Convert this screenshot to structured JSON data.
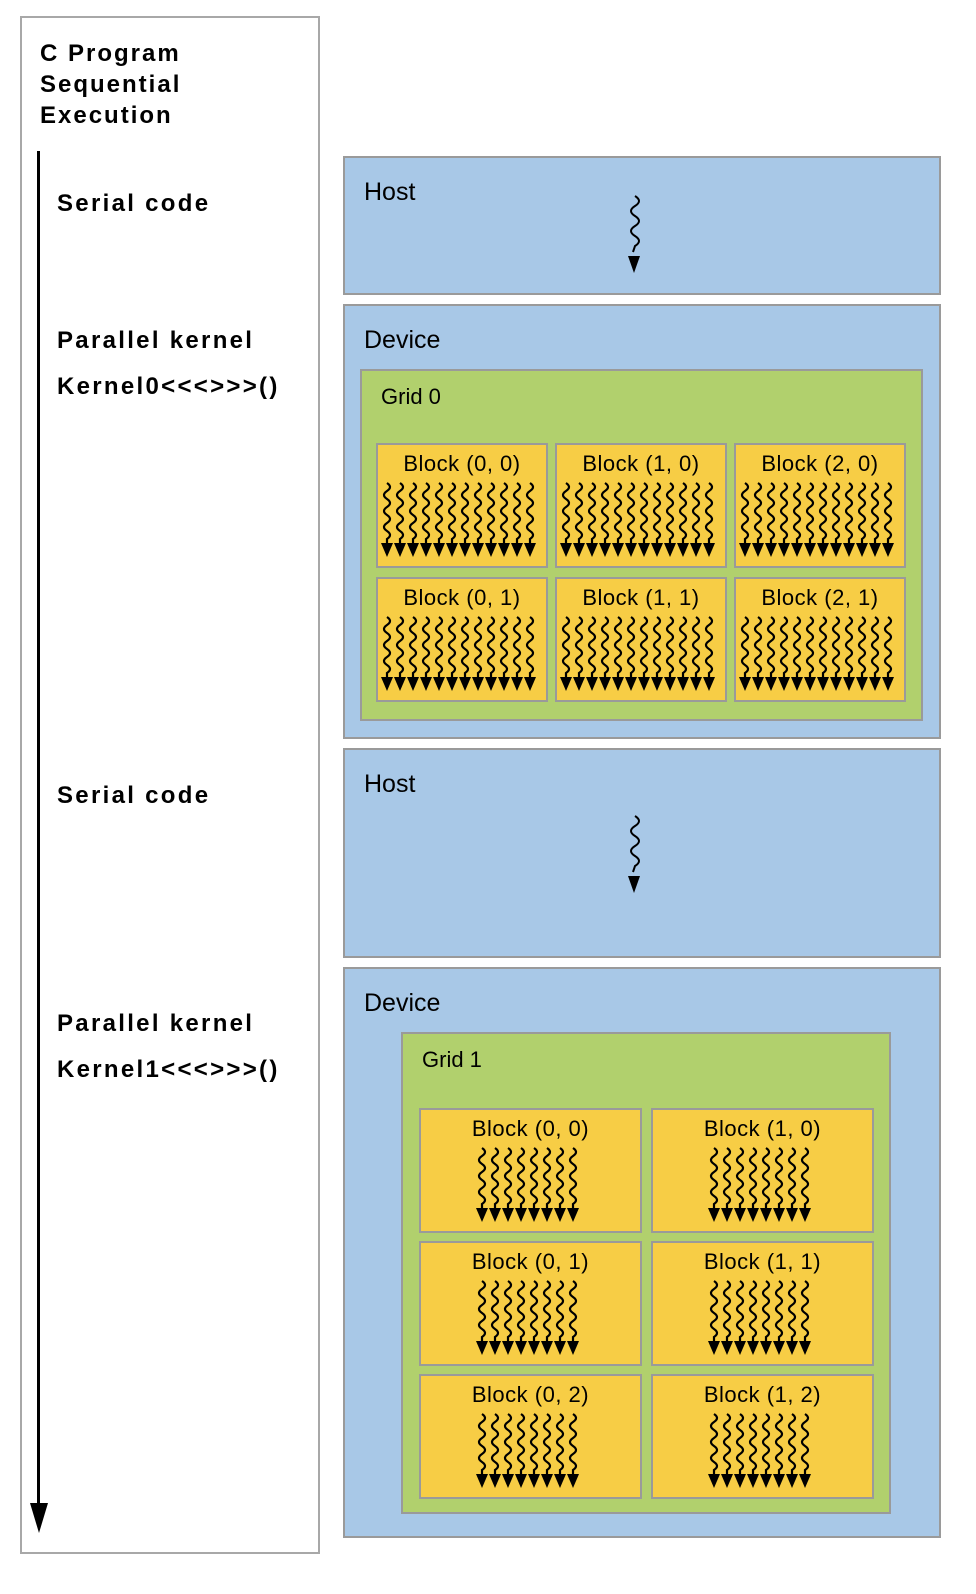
{
  "left": {
    "title_lines": [
      "C Program",
      "Sequential",
      "Execution"
    ],
    "phases": [
      {
        "label": "Serial code"
      },
      {
        "label": "Parallel kernel",
        "call": "Kernel0<<<>>>()"
      },
      {
        "label": "Serial code"
      },
      {
        "label": "Parallel kernel",
        "call": "Kernel1<<<>>>()"
      }
    ]
  },
  "host1": {
    "label": "Host"
  },
  "device1": {
    "label": "Device",
    "grid": {
      "label": "Grid 0",
      "threads_per_block": 12,
      "blocks": [
        "Block (0, 0)",
        "Block (1, 0)",
        "Block (2, 0)",
        "Block (0, 1)",
        "Block (1, 1)",
        "Block (2, 1)"
      ]
    }
  },
  "host2": {
    "label": "Host"
  },
  "device2": {
    "label": "Device",
    "grid": {
      "label": "Grid 1",
      "threads_per_block": 8,
      "blocks": [
        "Block (0, 0)",
        "Block (1, 0)",
        "Block (0, 1)",
        "Block (1, 1)",
        "Block (0, 2)",
        "Block (1, 2)"
      ]
    }
  },
  "colors": {
    "host_device_bg": "#a8c8e7",
    "grid_bg": "#b1d06d",
    "block_bg": "#f7cd45",
    "border": "#9a9a9a"
  }
}
